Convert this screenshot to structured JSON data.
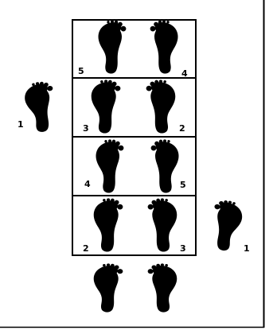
{
  "colors": {
    "ink": "#000000",
    "paper": "#ffffff"
  },
  "diagram": {
    "icon": "footprint-icon",
    "panels": [
      {
        "left_label": "5",
        "right_label": "4"
      },
      {
        "left_label": "3",
        "right_label": "2"
      },
      {
        "left_label": "4",
        "right_label": "5"
      },
      {
        "left_label": "2",
        "right_label": "3"
      }
    ],
    "side_left_label": "1",
    "side_right_label": "1"
  }
}
